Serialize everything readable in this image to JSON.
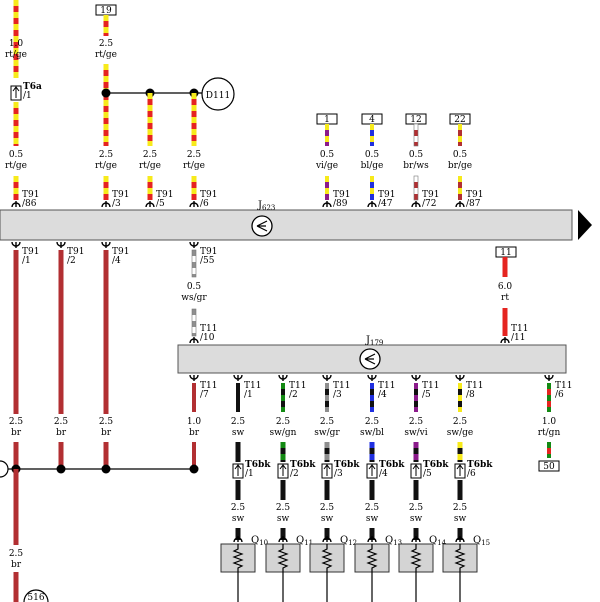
{
  "colors": {
    "rt": "#e52420",
    "ge": "#f7ea1b",
    "br": "#b22f32",
    "vi": "#8b1a8b",
    "bl": "#1f2fe0",
    "ws": "#ffffff",
    "gr": "#8e8e8e",
    "sw": "#111111",
    "gn": "#138a13",
    "bus": "#dcdcdc"
  },
  "modules": {
    "j623": {
      "name": "J",
      "sub": "623"
    },
    "j179": {
      "name": "J",
      "sub": "179"
    }
  },
  "relay": {
    "name": "D111"
  },
  "top_boxes": [
    {
      "key": "b19",
      "label": "19"
    },
    {
      "key": "b1",
      "label": "1"
    },
    {
      "key": "b4",
      "label": "4"
    },
    {
      "key": "b12",
      "label": "12"
    },
    {
      "key": "b22",
      "label": "22"
    },
    {
      "key": "b11",
      "label": "11"
    },
    {
      "key": "b50",
      "label": "50"
    }
  ],
  "bottom_partial_label": "516",
  "upper_wires": [
    {
      "key": "u1",
      "size": "1.0",
      "color": "rt/ge",
      "conn": "T6a",
      "pin": "/1"
    },
    {
      "key": "u2",
      "size": "2.5",
      "color": "rt/ge"
    },
    {
      "key": "u3",
      "size": "0.5",
      "color": "rt/ge",
      "conn": "T91",
      "pin": "/86"
    },
    {
      "key": "u4",
      "size": "2.5",
      "color": "rt/ge",
      "conn": "T91",
      "pin": "/3"
    },
    {
      "key": "u5",
      "size": "2.5",
      "color": "rt/ge",
      "conn": "T91",
      "pin": "/5"
    },
    {
      "key": "u6",
      "size": "2.5",
      "color": "rt/ge",
      "conn": "T91",
      "pin": "/6"
    },
    {
      "key": "u7",
      "size": "0.5",
      "color": "vi/ge",
      "conn": "T91",
      "pin": "/89"
    },
    {
      "key": "u8",
      "size": "0.5",
      "color": "bl/ge",
      "conn": "T91",
      "pin": "/47"
    },
    {
      "key": "u9",
      "size": "0.5",
      "color": "br/ws",
      "conn": "T91",
      "pin": "/72"
    },
    {
      "key": "u10",
      "size": "0.5",
      "color": "br/ge",
      "conn": "T91",
      "pin": "/87"
    }
  ],
  "lower_wires": [
    {
      "key": "l1",
      "size": "2.5",
      "color": "br",
      "conn": "T91",
      "pin": "/1"
    },
    {
      "key": "l2",
      "size": "2.5",
      "color": "br",
      "conn": "T91",
      "pin": "/2"
    },
    {
      "key": "l3",
      "size": "2.5",
      "color": "br",
      "conn": "T91",
      "pin": "/4"
    },
    {
      "key": "l4",
      "size": "0.5",
      "color": "ws/gr",
      "conn": "T91",
      "pin": "/55"
    },
    {
      "key": "l4b",
      "conn": "T11",
      "pin": "/10"
    },
    {
      "key": "l5",
      "size": "6.0",
      "color": "rt",
      "conn": "T11",
      "pin": "/11"
    },
    {
      "key": "l6",
      "size": "1.0",
      "color": "br",
      "conn": "T11",
      "pin": "/7"
    },
    {
      "key": "l7",
      "size": "2.5",
      "color": "sw",
      "conn": "T11",
      "pin": "/1"
    },
    {
      "key": "l8",
      "size": "2.5",
      "color": "sw/gn",
      "conn": "T11",
      "pin": "/2"
    },
    {
      "key": "l9",
      "size": "2.5",
      "color": "sw/gr",
      "conn": "T11",
      "pin": "/3"
    },
    {
      "key": "l10",
      "size": "2.5",
      "color": "sw/bl",
      "conn": "T11",
      "pin": "/4"
    },
    {
      "key": "l11",
      "size": "2.5",
      "color": "sw/vi",
      "conn": "T11",
      "pin": "/5"
    },
    {
      "key": "l12",
      "size": "2.5",
      "color": "sw/ge",
      "conn": "T11",
      "pin": "/8"
    },
    {
      "key": "l13",
      "size": "1.0",
      "color": "rt/gn",
      "conn": "T11",
      "pin": "/6"
    },
    {
      "key": "l14",
      "size": "2.5",
      "color": "br"
    }
  ],
  "t6bk": [
    {
      "key": "k1",
      "conn": "T6bk",
      "pin": "/1"
    },
    {
      "key": "k2",
      "conn": "T6bk",
      "pin": "/2"
    },
    {
      "key": "k3",
      "conn": "T6bk",
      "pin": "/3"
    },
    {
      "key": "k4",
      "conn": "T6bk",
      "pin": "/4"
    },
    {
      "key": "k5",
      "conn": "T6bk",
      "pin": "/5"
    },
    {
      "key": "k6",
      "conn": "T6bk",
      "pin": "/6"
    }
  ],
  "q_wires": [
    {
      "key": "q1",
      "size": "2.5",
      "color": "sw"
    },
    {
      "key": "q2",
      "size": "2.5",
      "color": "sw"
    },
    {
      "key": "q3",
      "size": "2.5",
      "color": "sw"
    },
    {
      "key": "q4",
      "size": "2.5",
      "color": "sw"
    },
    {
      "key": "q5",
      "size": "2.5",
      "color": "sw"
    },
    {
      "key": "q6",
      "size": "2.5",
      "color": "sw"
    }
  ],
  "glow_plugs": [
    {
      "key": "Q10",
      "name": "Q",
      "sub": "10"
    },
    {
      "key": "Q11",
      "name": "Q",
      "sub": "11"
    },
    {
      "key": "Q12",
      "name": "Q",
      "sub": "12"
    },
    {
      "key": "Q13",
      "name": "Q",
      "sub": "13"
    },
    {
      "key": "Q14",
      "name": "Q",
      "sub": "14"
    },
    {
      "key": "Q15",
      "name": "Q",
      "sub": "15"
    }
  ]
}
